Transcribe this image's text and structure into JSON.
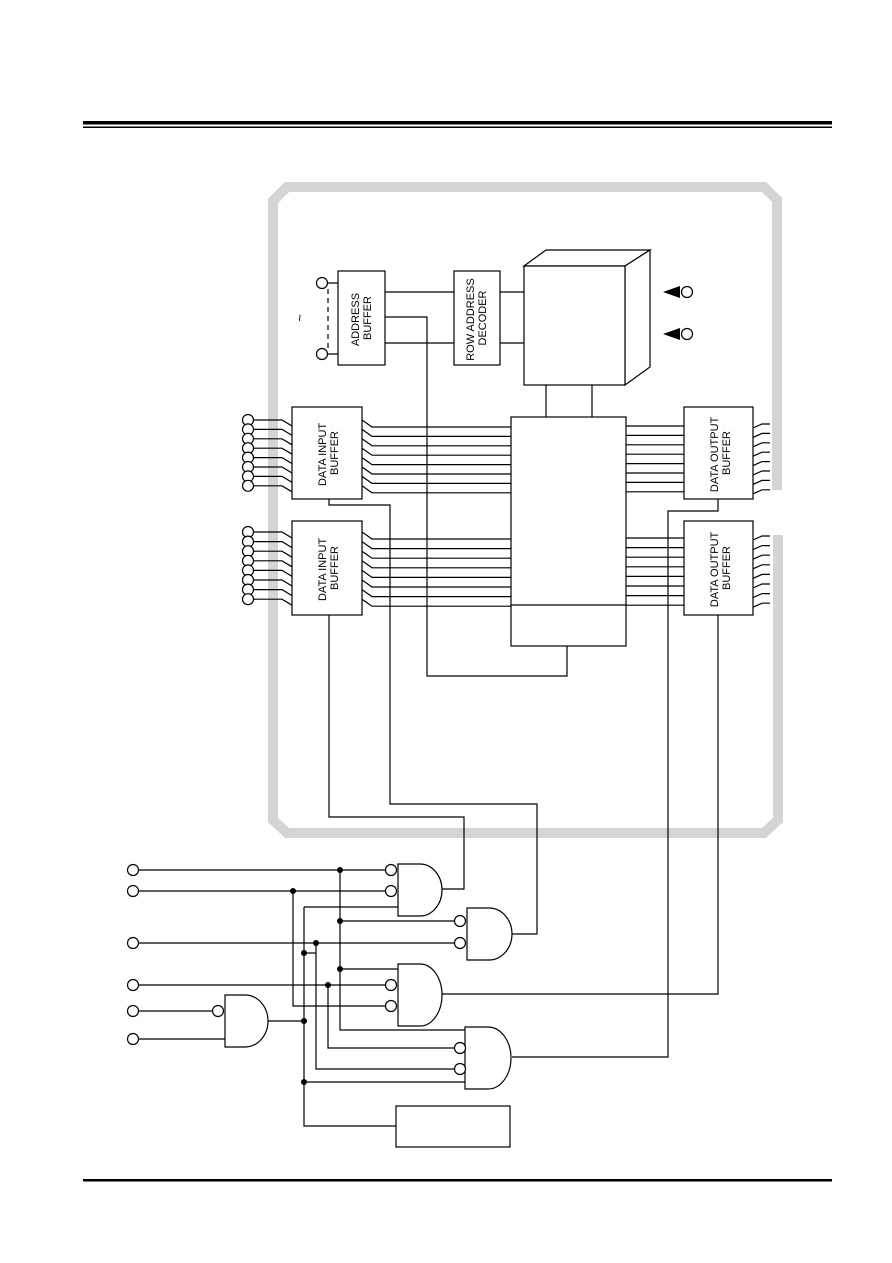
{
  "blocks": {
    "address_buffer": [
      "ADDRESS",
      "BUFFER"
    ],
    "row_decoder": [
      "ROW ADDRESS",
      "DECODER"
    ],
    "data_input_buffer_upper": [
      "DATA INPUT",
      "BUFFER"
    ],
    "data_input_buffer_lower": [
      "DATA INPUT",
      "BUFFER"
    ],
    "data_output_buffer_upper": [
      "DATA OUTPUT",
      "BUFFER"
    ],
    "data_output_buffer_lower": [
      "DATA OUTPUT",
      "BUFFER"
    ]
  },
  "glyphs": {
    "address_ellipsis": "~"
  }
}
